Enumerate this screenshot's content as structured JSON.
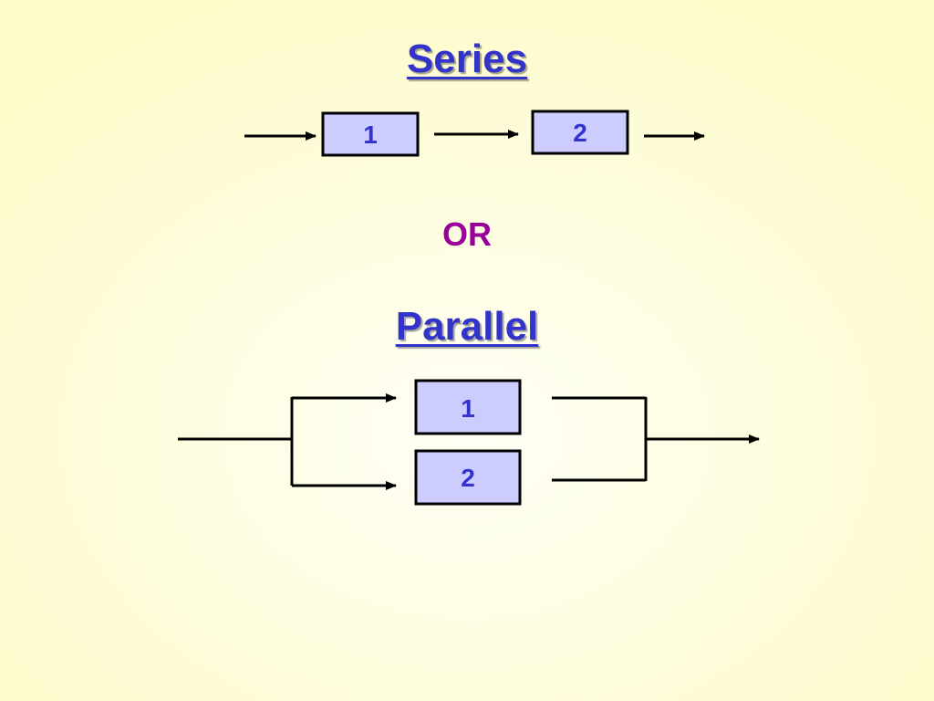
{
  "series": {
    "title": "Series",
    "box1_label": "1",
    "box2_label": "2"
  },
  "separator": "OR",
  "parallel": {
    "title": "Parallel",
    "box1_label": "1",
    "box2_label": "2"
  },
  "colors": {
    "heading": "#3333cc",
    "separator": "#990099",
    "box_fill": "#ccccff",
    "box_label": "#3333cc",
    "line": "#000000"
  }
}
